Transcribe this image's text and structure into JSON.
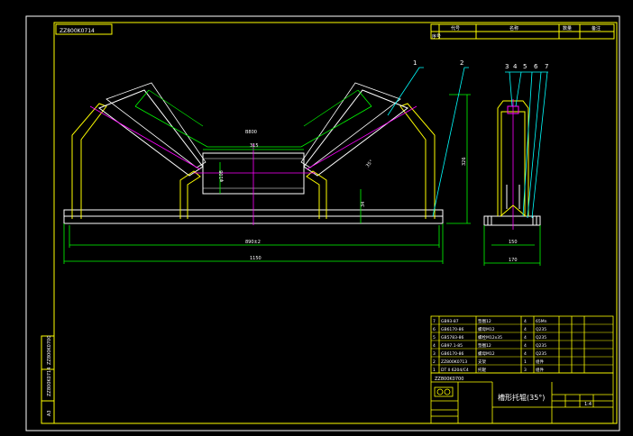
{
  "drawing": {
    "code_box": "ZZ800K0714",
    "title_block": {
      "title": "槽形托辊(35°)",
      "drawing_no": "ZZ800K0700",
      "sheet": "1:4"
    },
    "bom_rows": [
      {
        "no": "7",
        "code": "GB93-87",
        "name": "垫圈12",
        "qty": "4",
        "material": "65Mn"
      },
      {
        "no": "6",
        "code": "GB6170-86",
        "name": "螺母M12",
        "qty": "4",
        "material": "Q235"
      },
      {
        "no": "5",
        "code": "GB5783-86",
        "name": "螺栓M12x35",
        "qty": "4",
        "material": "Q235"
      },
      {
        "no": "4",
        "code": "GB97.1-85",
        "name": "垫圈12",
        "qty": "4",
        "material": "Q235"
      },
      {
        "no": "3",
        "code": "GB6170-86",
        "name": "螺母M12",
        "qty": "4",
        "material": "Q235"
      },
      {
        "no": "2",
        "code": "ZZ800K0713",
        "name": "支架",
        "qty": "1",
        "material": "组件"
      },
      {
        "no": "1",
        "code": "DT II 6204/C4",
        "name": "托辊",
        "qty": "3",
        "material": "组件"
      }
    ],
    "top_header": [
      "序号",
      "代号",
      "名称",
      "数量",
      "备注"
    ],
    "left_strip": [
      "ZZ800K0700",
      "ZZ800K0714",
      "A3"
    ],
    "dimensions": {
      "belt_width": "B800",
      "center_roller_len": "315",
      "roller_dia": "φ108",
      "height": "326",
      "side_height": "34",
      "base_span": "890±2",
      "total_length": "1150",
      "side_width": "150",
      "side_base": "170",
      "angle": "35°"
    },
    "callouts": {
      "front": [
        "1",
        "2"
      ],
      "side": [
        "3",
        "4",
        "5",
        "6",
        "7"
      ]
    }
  }
}
